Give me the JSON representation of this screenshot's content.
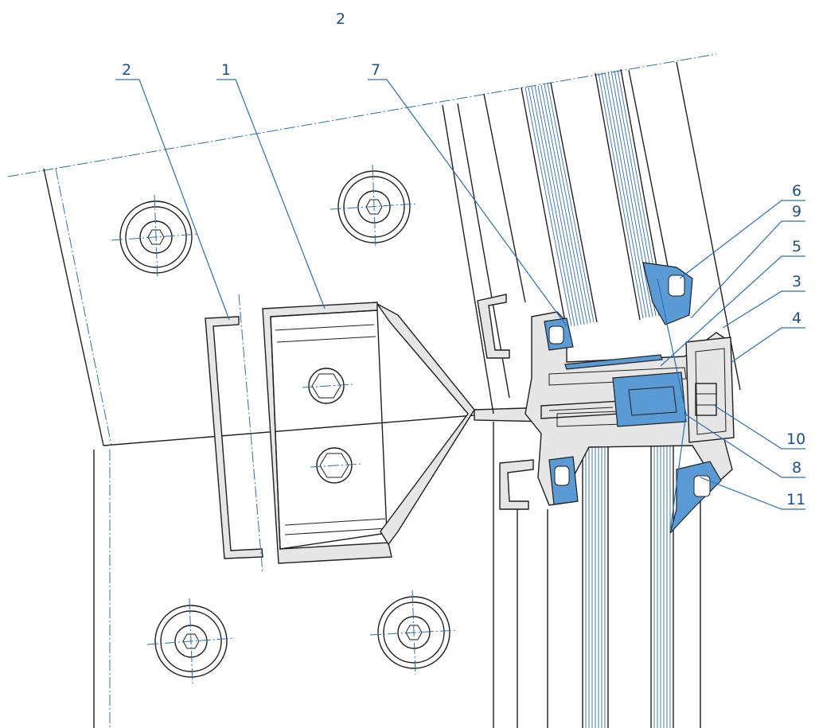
{
  "drawing": {
    "top_label": "2",
    "callouts": [
      "2",
      "1",
      "7",
      "6",
      "9",
      "5",
      "3",
      "4",
      "10",
      "8",
      "11"
    ]
  },
  "colors": {
    "line": "#1f1f1f",
    "callout": "#1d4f8c",
    "centerline": "#2a6fb8",
    "gasket": "#5b9bd5",
    "profile": "#e6e6e6"
  }
}
